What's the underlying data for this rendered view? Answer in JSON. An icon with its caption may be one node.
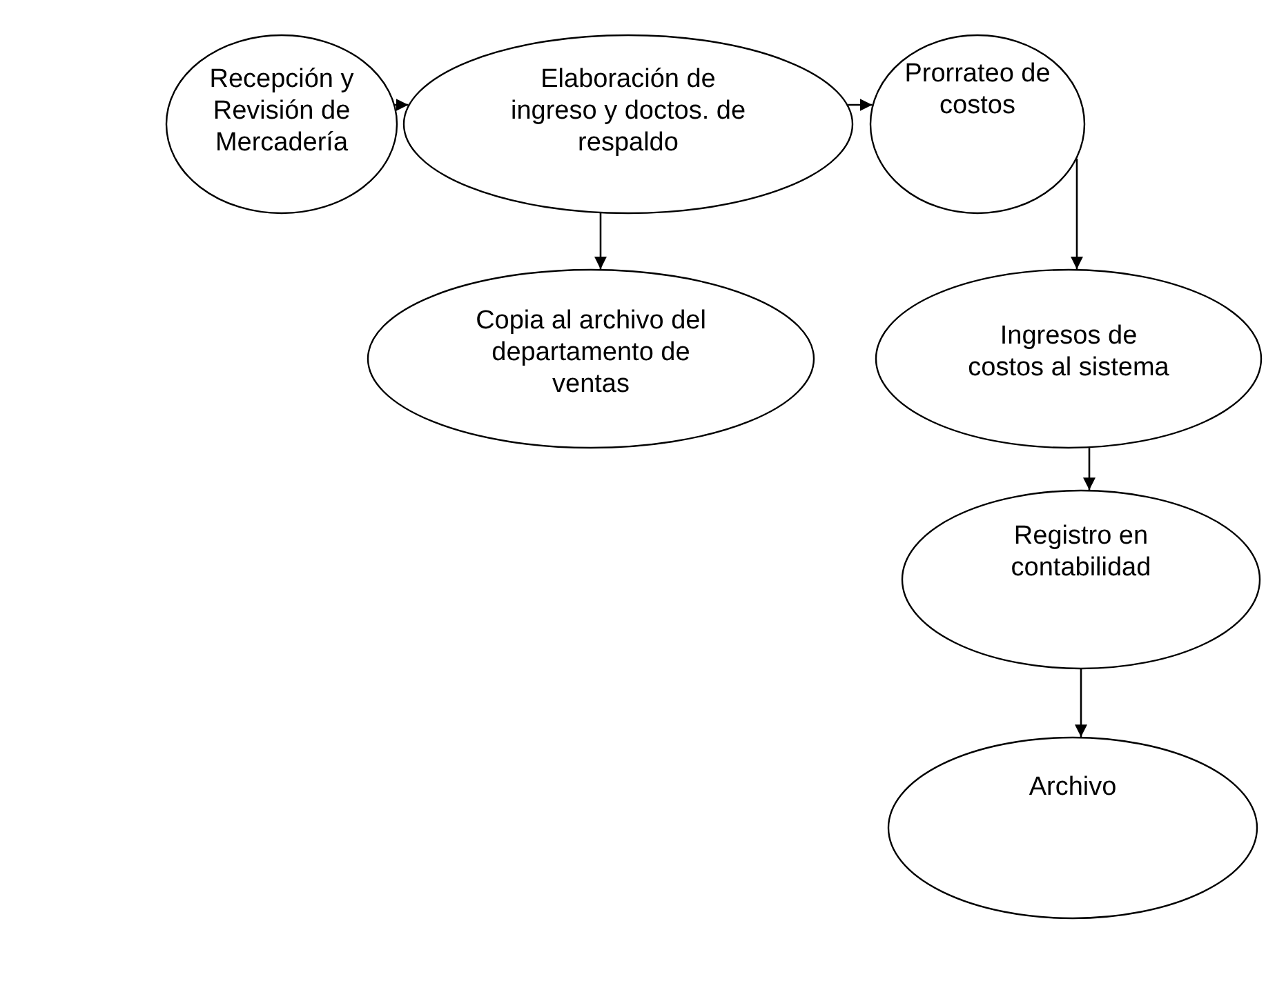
{
  "diagram": {
    "nodes": [
      {
        "text": [
          "Recepción y Revisión de Mercadería"
        ]
      },
      {
        "text": [
          "Elaboración de ingreso y doctos. de respaldo"
        ]
      },
      {
        "text": [
          "Prorrateo de costos"
        ]
      },
      {
        "text": [
          "Copia al archivo del departamento de ventas"
        ]
      },
      {
        "text": [
          "Ingresos de costos al sistema"
        ]
      },
      {
        "text": [
          "Registro en contabilidad"
        ]
      },
      {
        "text": [
          "Archivo"
        ]
      }
    ],
    "edges": [
      {
        "from": 0,
        "to": 1,
        "arrow": "to"
      },
      {
        "from": 1,
        "to": 2,
        "arrow": "to"
      },
      {
        "from": 1,
        "to": 3,
        "arrow": "to"
      },
      {
        "from": 2,
        "to": 4,
        "arrow": "to"
      },
      {
        "from": 4,
        "to": 5,
        "arrow": "to"
      },
      {
        "from": 5,
        "to": 6,
        "arrow": "to"
      }
    ]
  }
}
